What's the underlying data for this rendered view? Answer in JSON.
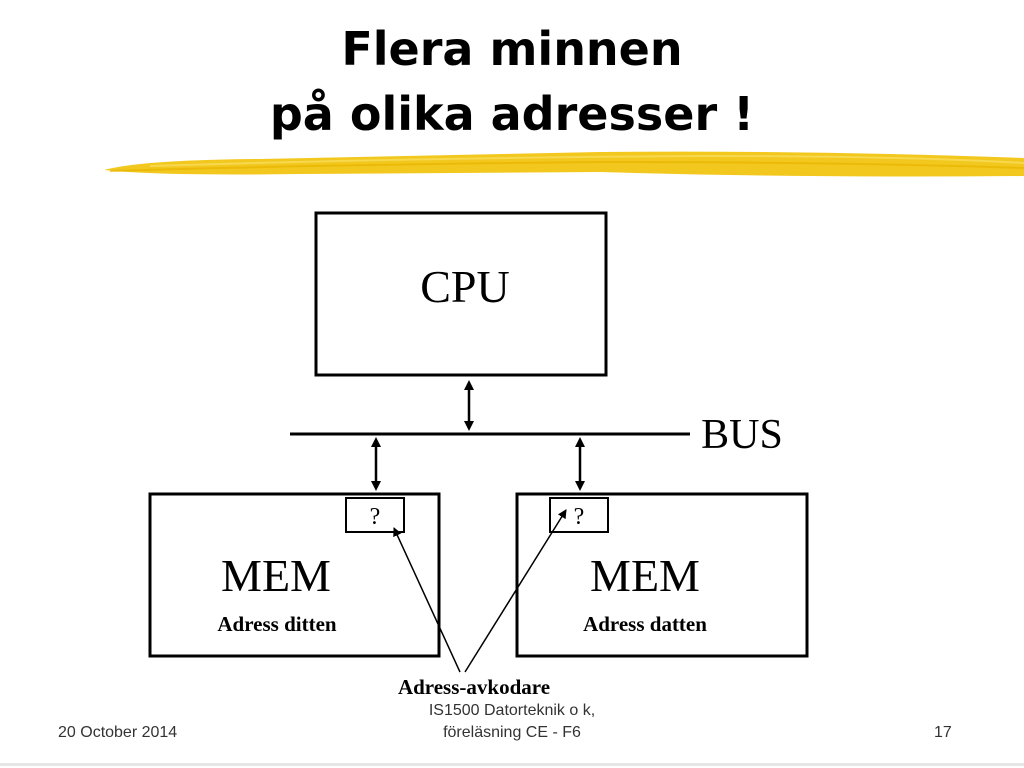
{
  "slide": {
    "title_line1": "Flera minnen",
    "title_line2": "på olika adresser !",
    "accent_color": "#F2C81E"
  },
  "diagram": {
    "cpu_label": "CPU",
    "bus_label": "BUS",
    "mem_left": {
      "label": "MEM",
      "decoder_mark": "?",
      "address_text": "Adress ditten"
    },
    "mem_right": {
      "label": "MEM",
      "decoder_mark": "?",
      "address_text": "Adress datten"
    },
    "decoder_caption": "Adress-avkodare"
  },
  "footer": {
    "date": "20 October 2014",
    "course_line1": "IS1500 Datorteknik o k,",
    "course_line2": "föreläsning CE - F6",
    "page_number": "17"
  }
}
